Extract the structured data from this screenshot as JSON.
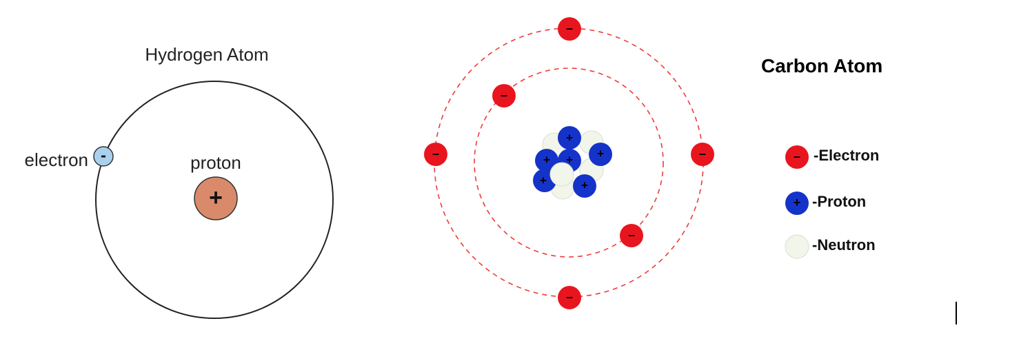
{
  "hydrogen": {
    "title": "Hydrogen Atom",
    "electron_label": "electron",
    "proton_label": "proton",
    "electron_sign": "-",
    "proton_sign": "+"
  },
  "carbon": {
    "title": "Carbon Atom",
    "electron_sign": "–",
    "proton_sign": "+"
  },
  "legend": {
    "items": [
      {
        "label": "-Electron",
        "sign": "–"
      },
      {
        "label": "-Proton",
        "sign": "+"
      },
      {
        "label": "-Neutron",
        "sign": ""
      }
    ]
  },
  "colors": {
    "electron_red": "#e8151f",
    "proton_blue": "#1533c9",
    "neutron_white": "#f1f5ea",
    "hydrogen_electron": "#a9d1ee",
    "hydrogen_proton": "#d98a6a",
    "orbit_red": "#ee3a3a"
  }
}
